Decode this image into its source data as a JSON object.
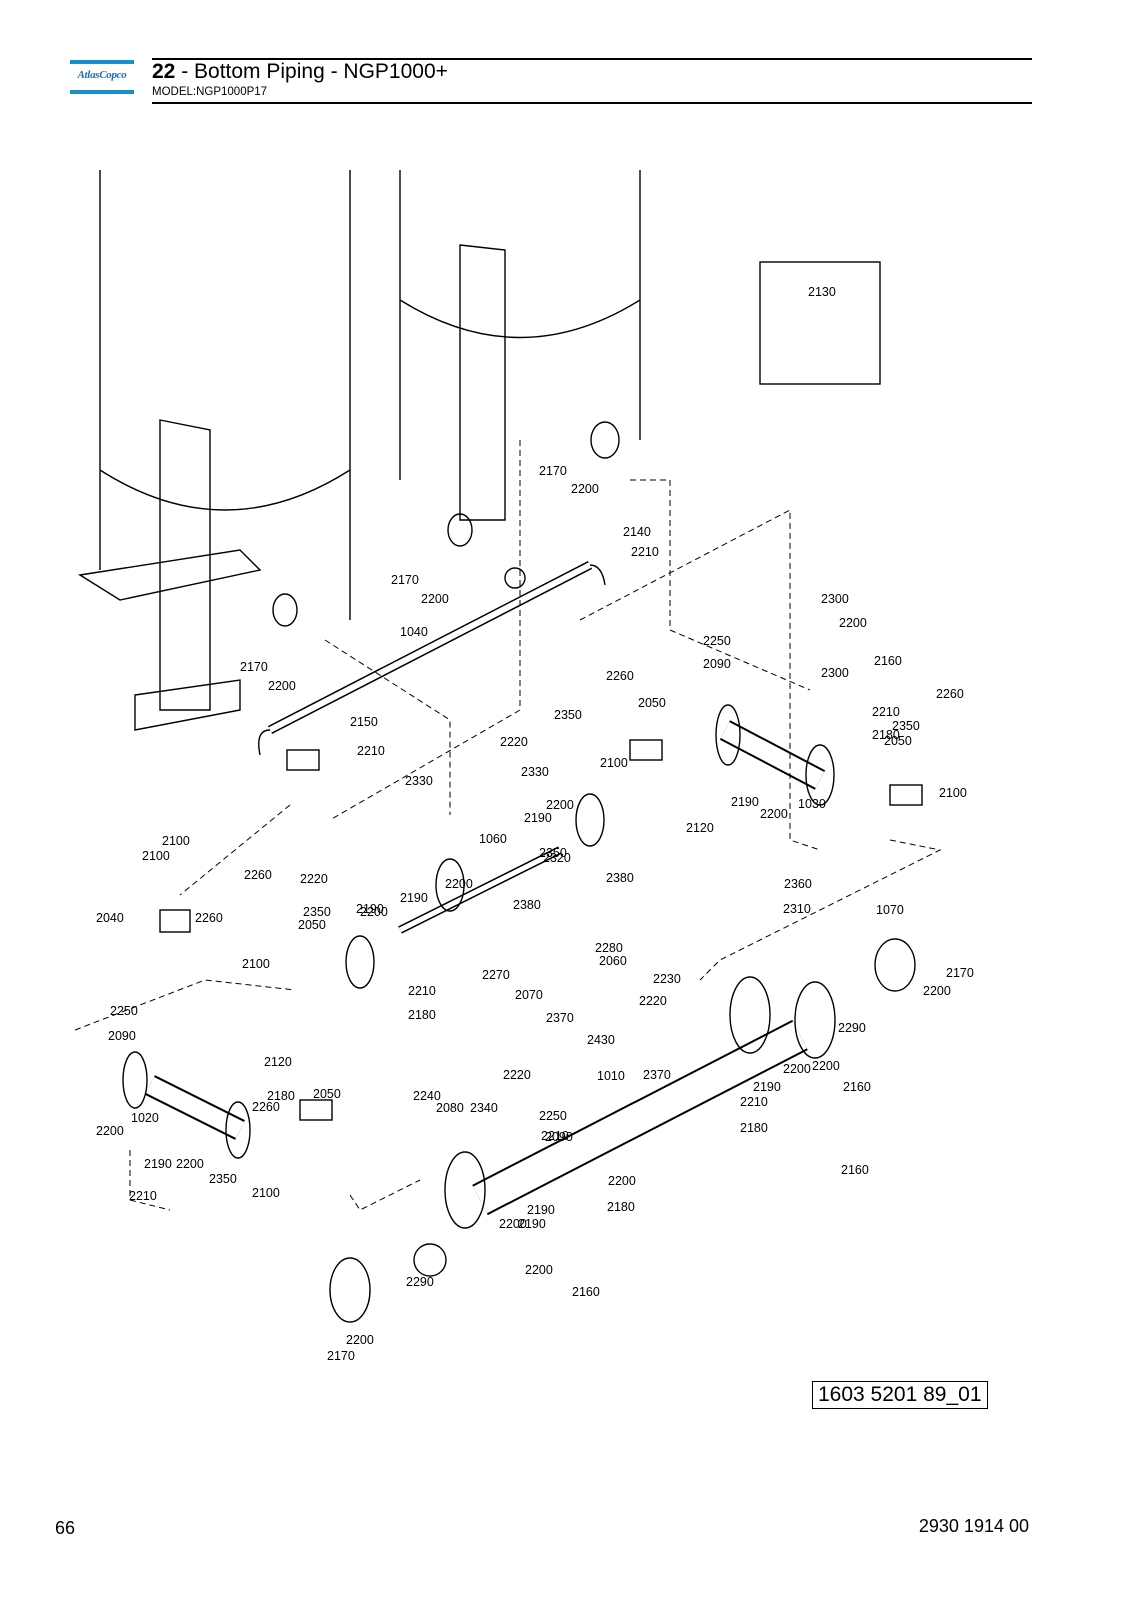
{
  "header": {
    "logo_text": "AtlasCopco",
    "section_number": "22",
    "title_rest": " - Bottom Piping - NGP1000+",
    "model": "MODEL:NGP1000P17"
  },
  "drawing": {
    "labels": [
      "2130",
      "2170",
      "2200",
      "2140",
      "2210",
      "2170",
      "2200",
      "1040",
      "2170",
      "2200",
      "2300",
      "2200",
      "2250",
      "2160",
      "2090",
      "2300",
      "2260",
      "2150",
      "2210",
      "2050",
      "2350",
      "2210",
      "2260",
      "2220",
      "2180",
      "2050",
      "2350",
      "2100",
      "2330",
      "2100",
      "2330",
      "2200",
      "2120",
      "2190",
      "2200",
      "1030",
      "2100",
      "2190",
      "1060",
      "2100",
      "2350",
      "2320",
      "2380",
      "2360",
      "2260",
      "2220",
      "2200",
      "2190",
      "2310",
      "2040",
      "2260",
      "2350",
      "2200",
      "2190",
      "2380",
      "1070",
      "2050",
      "2280",
      "2060",
      "2170",
      "2100",
      "2210",
      "2270",
      "2230",
      "2200",
      "2250",
      "2180",
      "2070",
      "2370",
      "2220",
      "2290",
      "2090",
      "2430",
      "2120",
      "2370",
      "2220",
      "1010",
      "2210",
      "2180",
      "2190",
      "2200",
      "2200",
      "2160",
      "2050",
      "2240",
      "2080",
      "2340",
      "2250",
      "2210",
      "2160",
      "1020",
      "2260",
      "2090",
      "2180",
      "2200",
      "2190",
      "2200",
      "2350",
      "2100",
      "2210",
      "2200",
      "2190",
      "2190",
      "2180",
      "2200",
      "2290",
      "2200",
      "2160",
      "2200",
      "2170"
    ],
    "drawing_reference": "1603 5201 89_01"
  },
  "footer": {
    "page_number": "66",
    "document_number": "2930 1914 00"
  },
  "colors": {
    "logo_blue": "#1a6fb3",
    "logo_bar": "#1a8fd0"
  }
}
